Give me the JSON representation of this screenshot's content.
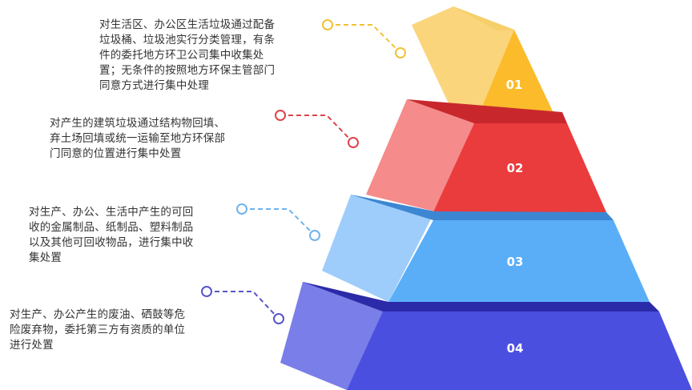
{
  "levels": [
    {
      "number": "01",
      "description": "对生活区、办公区生活垃圾通过配备垃圾桶、垃圾池实行分类管理，有条件的委托地方环卫公司集中收集处置；无条件的按照地方环保主管部门同意方式进行集中处理",
      "colors": {
        "left": "#fbd57c",
        "front": "#fbbb2b",
        "top": "#f6cf6a",
        "connector": "#f2c233"
      }
    },
    {
      "number": "02",
      "description": "对产生的建筑垃圾通过结构物回填、弃土场回填或统一运输至地方环保部门同意的位置进行集中处置",
      "colors": {
        "left": "#f58b8b",
        "front": "#ea3b3d",
        "top": "#c8282c",
        "connector": "#e0424a"
      }
    },
    {
      "number": "03",
      "description": "对生产、办公、生活中产生的可回收的金属制品、纸制品、塑料制品以及其他可回收物品，进行集中收集处置",
      "colors": {
        "left": "#9ecdfc",
        "front": "#5aaef8",
        "top": "#3d86d2",
        "connector": "#6fb4ee"
      }
    },
    {
      "number": "04",
      "description": "对生产、办公产生的废油、硒鼓等危险废弃物，委托第三方有资质的单位进行处置",
      "colors": {
        "left": "#7a7ee8",
        "front": "#4b4fe0",
        "top": "#2b2aa8",
        "connector": "#5656c8"
      }
    }
  ]
}
